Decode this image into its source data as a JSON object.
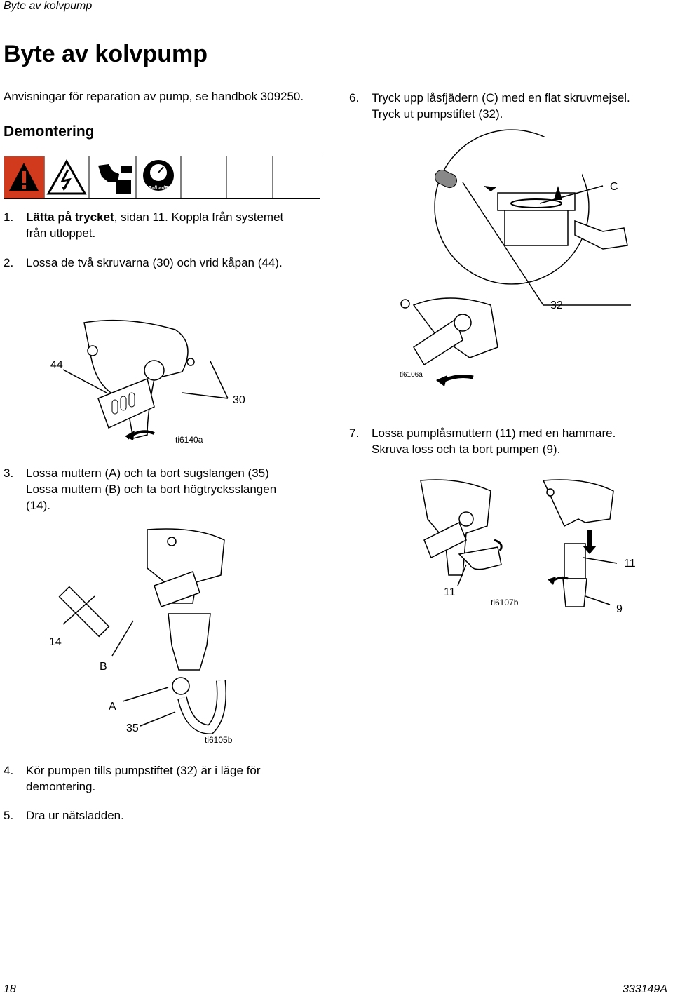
{
  "header": {
    "running_title": "Byte av kolvpump"
  },
  "main": {
    "title": "Byte av kolvpump",
    "intro": "Anvisningar för reparation av pump, se handbok 309250.",
    "section": "Demontering"
  },
  "steps": [
    {
      "num": "1.",
      "bold": "Lätta på trycket",
      "rest": ", sidan 11. Koppla från systemet",
      "line2": "från utloppet."
    },
    {
      "num": "2.",
      "text": "Lossa de två skruvarna (30) och vrid kåpan (44)."
    },
    {
      "num": "3.",
      "line1": "Lossa muttern (A) och ta bort sugslangen (35)",
      "line2": "Lossa muttern (B) och ta bort högtrycksslangen",
      "line3": "(14)."
    },
    {
      "num": "4.",
      "line1": "Kör pumpen tills pumpstiftet (32) är i läge för",
      "line2": "demontering."
    },
    {
      "num": "5.",
      "text": "Dra ur nätsladden."
    },
    {
      "num": "6.",
      "line1": "Tryck upp låsfjädern (C) med en flat skruvmejsel.",
      "line2": "Tryck ut pumpstiftet (32)."
    },
    {
      "num": "7.",
      "line1": "Lossa pumplåsmuttern (11) med en hammare.",
      "line2": "Skruva loss och ta bort pumpen (9)."
    }
  ],
  "warning_icons": [
    "warning-triangle-icon",
    "electric-shock-icon",
    "moving-parts-icon",
    "pressure-gauge-icon"
  ],
  "pressure_label": "MPa/bar/PSI",
  "figures": {
    "fig_ti6140a": {
      "code": "ti6140a",
      "callouts": [
        "44",
        "30"
      ]
    },
    "fig_ti6106a": {
      "code": "ti6106a",
      "callouts": [
        "C",
        "32"
      ]
    },
    "fig_ti6105b": {
      "code": "ti6105b",
      "callouts": [
        "14",
        "B",
        "A",
        "35"
      ]
    },
    "fig_ti6107b": {
      "code": "ti6107b",
      "callouts": [
        "11",
        "11",
        "9"
      ]
    }
  },
  "footer": {
    "page": "18",
    "doc_id": "333149A"
  }
}
